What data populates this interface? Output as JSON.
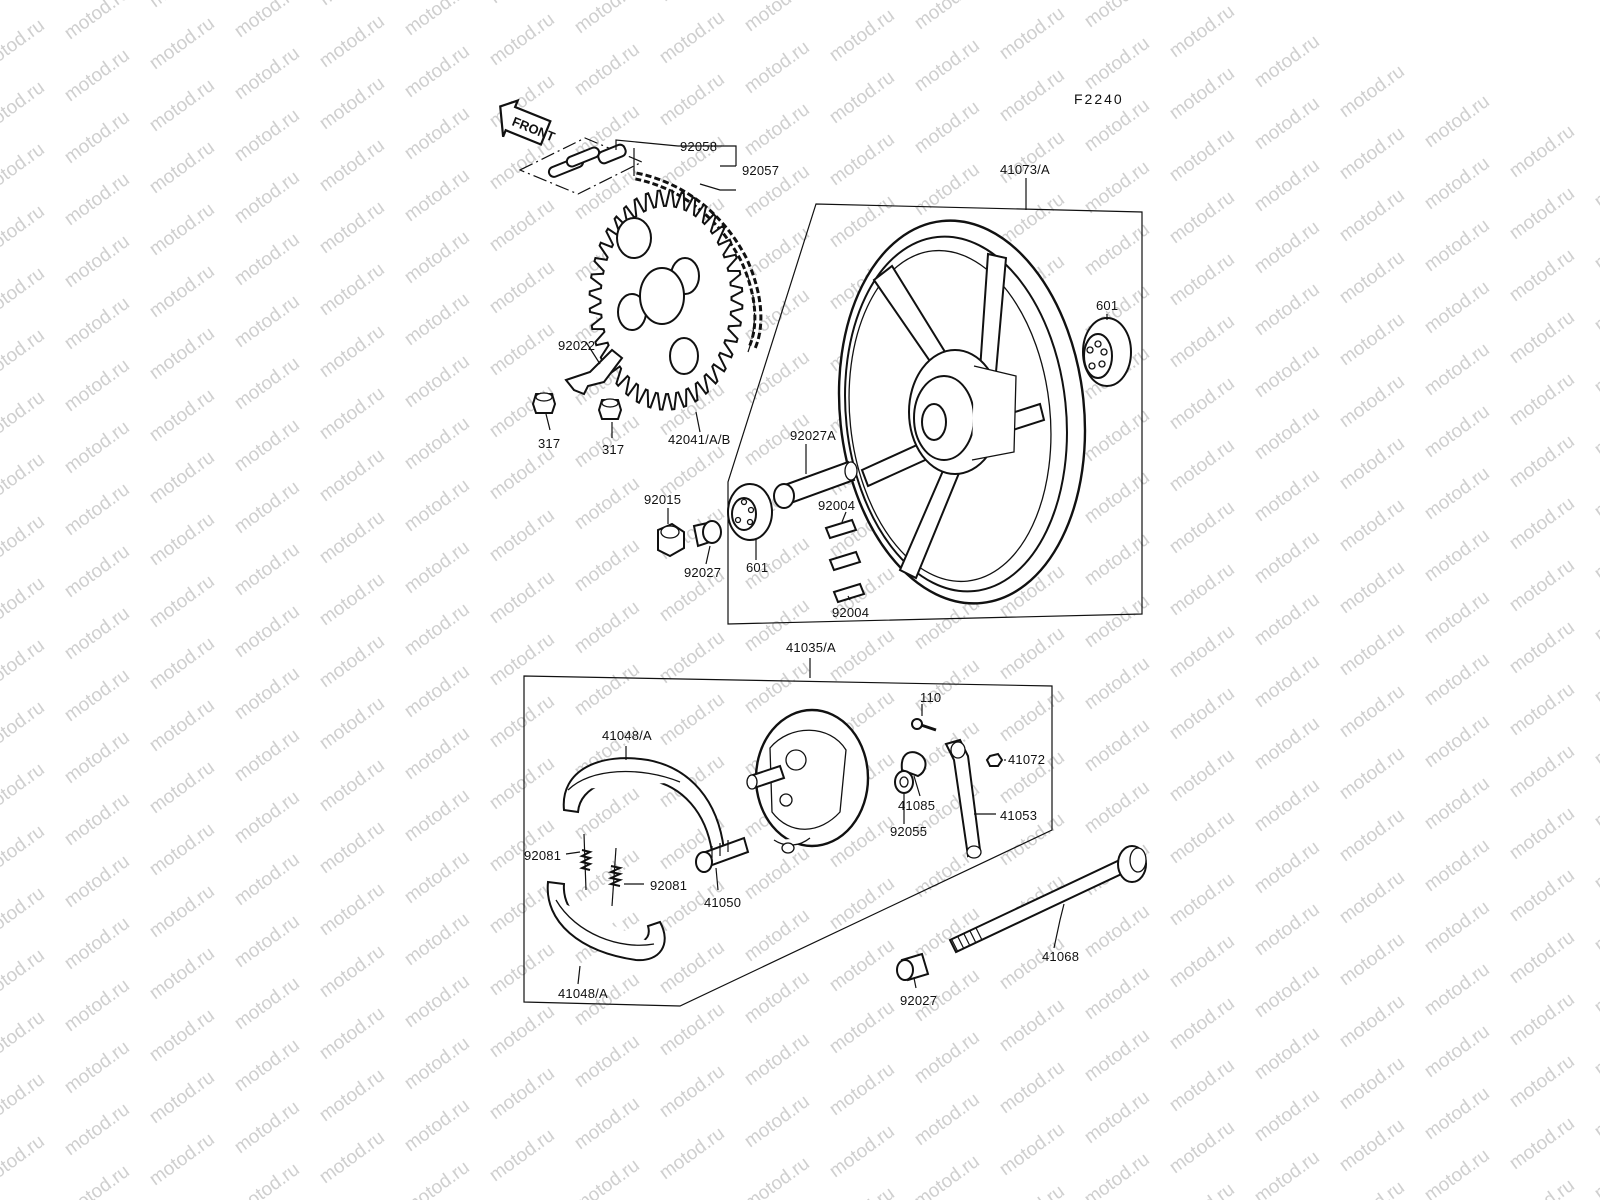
{
  "diagram_code": "F2240",
  "front_label": "FRONT",
  "watermark": "motod.ru",
  "parts": {
    "p92058": "92058",
    "p92057": "92057",
    "p41073": "41073/A",
    "p601a": "601",
    "p92022": "92022",
    "p317a": "317",
    "p317b": "317",
    "p42041": "42041/A/B",
    "p92027A": "92027A",
    "p92015": "92015",
    "p92027a": "92027",
    "p601b": "601",
    "p92004a": "92004",
    "p92004b": "92004",
    "p41035": "41035/A",
    "p110": "110",
    "p41072": "41072",
    "p41048a": "41048/A",
    "p41085": "41085",
    "p41053": "41053",
    "p92055": "92055",
    "p92081a": "92081",
    "p92081b": "92081",
    "p41050": "41050",
    "p41068": "41068",
    "p41048b": "41048/A",
    "p92027b": "92027"
  }
}
